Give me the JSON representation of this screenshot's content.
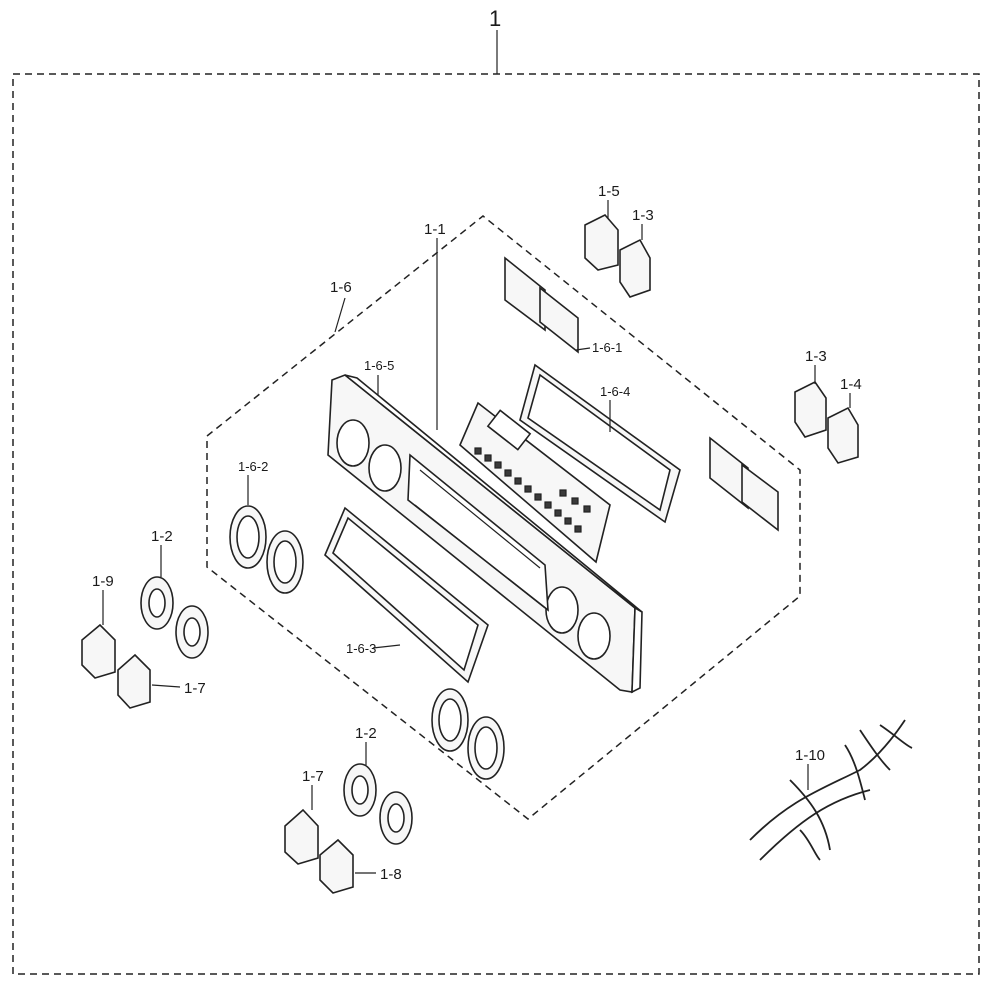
{
  "labels": {
    "assembly": "1",
    "panel_display": "1-1",
    "knob_a_top": "1-2",
    "knob_a_bottom": "1-2",
    "switch_1_3_top": "1-3",
    "switch_1_3_right": "1-3",
    "switch_1_4": "1-4",
    "switch_1_5": "1-5",
    "control_panel": "1-6",
    "bracket": "1-6-1",
    "bezel_ring": "1-6-2",
    "window_left": "1-6-3",
    "window_right": "1-6-4",
    "panel_frame": "1-6-5",
    "knob_b_left": "1-7",
    "knob_b_bottom": "1-7",
    "knob_c": "1-8",
    "knob_d": "1-9",
    "harness": "1-10"
  }
}
